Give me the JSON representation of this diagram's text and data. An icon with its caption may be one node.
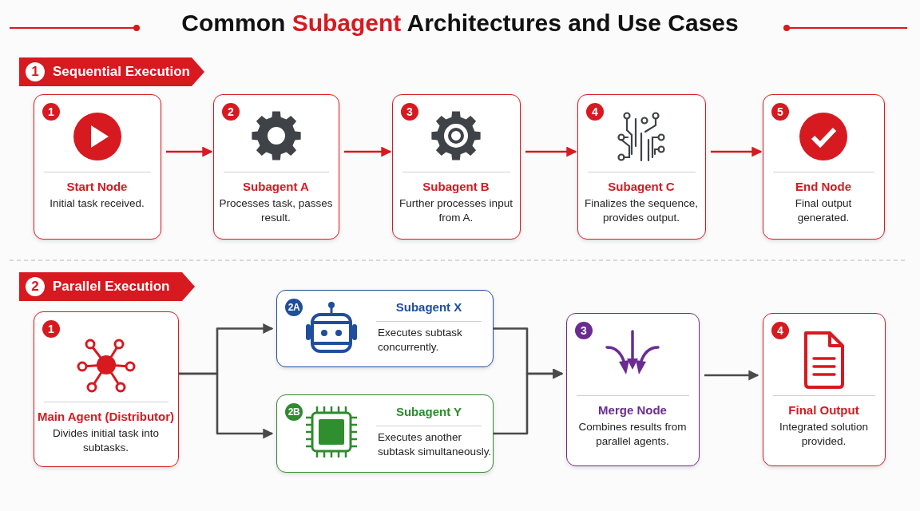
{
  "diagram": {
    "title": "Common **Subagent** Architectures and Use Cases",
    "nodes": [
      {
        "text": [
          "1",
          "Sequential Execution"
        ]
      },
      {
        "text": [
          "1",
          "Start Node",
          "Initial task received."
        ]
      },
      {
        "text": [
          "2",
          "Subagent A",
          "Processes task, passes result."
        ]
      },
      {
        "text": [
          "3",
          "Subagent B",
          "Further processes input from A."
        ]
      },
      {
        "text": [
          "4",
          "Subagent C",
          "Finalizes the sequence, provides output."
        ]
      },
      {
        "text": [
          "5",
          "End Node",
          "Final output generated."
        ]
      },
      {
        "text": [
          "2",
          "Parallel Execution"
        ]
      },
      {
        "text": [
          "1",
          "Main Agent (Distributor)",
          "Divides initial task into subtasks."
        ]
      },
      {
        "text": [
          "2A",
          "Subagent X",
          "Executes subtask concurrently."
        ]
      },
      {
        "text": [
          "2B",
          "Subagent Y",
          "Executes another subtask simultaneously."
        ]
      },
      {
        "text": [
          "3",
          "Merge Node",
          "Combines results from parallel agents."
        ]
      },
      {
        "text": [
          "4",
          "Final Output",
          "Integrated solution provided."
        ]
      }
    ],
    "edges": [
      {
        "from": 1,
        "to": 2,
        "arrow": "to",
        "color": "#d71920"
      },
      {
        "from": 2,
        "to": 3,
        "arrow": "to",
        "color": "#d71920"
      },
      {
        "from": 3,
        "to": 4,
        "arrow": "to",
        "color": "#d71920"
      },
      {
        "from": 4,
        "to": 5,
        "arrow": "to",
        "color": "#d71920"
      },
      {
        "from": 7,
        "to": 8,
        "arrow": "to"
      },
      {
        "from": 7,
        "to": 9,
        "arrow": "to"
      },
      {
        "from": 8,
        "to": 10,
        "arrow": "to"
      },
      {
        "from": 9,
        "to": 10,
        "arrow": "to"
      },
      {
        "from": 10,
        "to": 11,
        "arrow": "to"
      }
    ]
  }
}
